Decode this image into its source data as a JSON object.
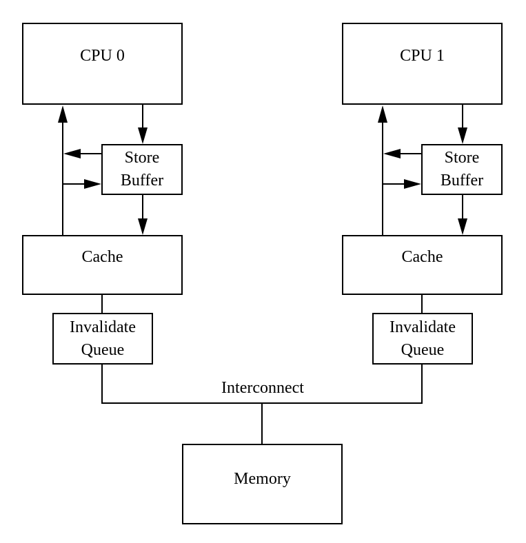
{
  "colors": {
    "line": "#000000",
    "background": "#ffffff",
    "text": "#000000"
  },
  "left_unit": {
    "cpu_label": "CPU 0",
    "store_buffer": [
      "Store",
      "Buffer"
    ],
    "cache_label": "Cache",
    "invalidate_queue": [
      "Invalidate",
      "Queue"
    ]
  },
  "right_unit": {
    "cpu_label": "CPU 1",
    "store_buffer": [
      "Store",
      "Buffer"
    ],
    "cache_label": "Cache",
    "invalidate_queue": [
      "Invalidate",
      "Queue"
    ]
  },
  "bus": {
    "interconnect_label": "Interconnect"
  },
  "memory": {
    "label": "Memory"
  }
}
